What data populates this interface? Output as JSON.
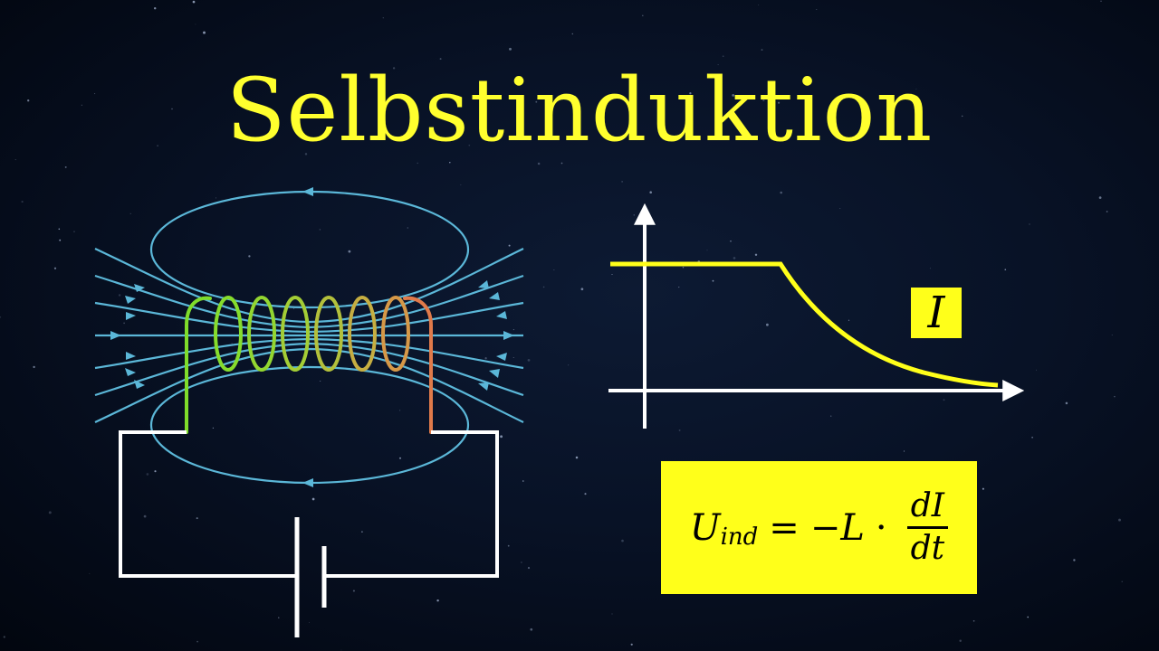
{
  "title": "Selbstinduktion",
  "graph": {
    "current_label": "I"
  },
  "formula": {
    "lhs_symbol": "U",
    "lhs_subscript": "ind",
    "equals": "=",
    "coefficient": "−L",
    "dot": "·",
    "numerator": "dI",
    "denominator": "dt"
  },
  "colors": {
    "title": "#ffff2e",
    "field_lines": "#5bb7d8",
    "coil_start": "#7fdc2a",
    "coil_end": "#e07a4a",
    "highlight_box": "#ffff1a",
    "curve": "#ffff1a",
    "axes": "#ffffff",
    "circuit": "#ffffff"
  }
}
